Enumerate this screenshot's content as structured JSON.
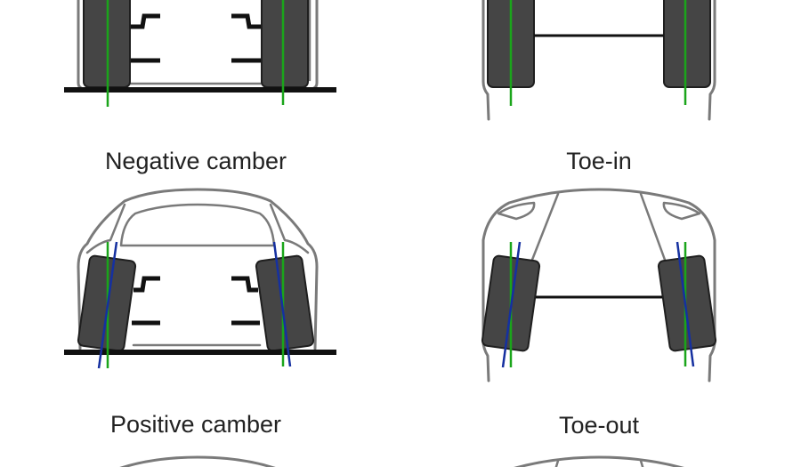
{
  "labels": {
    "negative_camber": "Negative camber",
    "toe_in": "Toe-in",
    "positive_camber": "Positive camber",
    "toe_out": "Toe-out"
  },
  "colors": {
    "reference_line": "#1aa51a",
    "wheel_axis_line": "#1530a0",
    "tyre": "#454545",
    "car_outline": "#7a7a7a",
    "ground": "#111111"
  }
}
